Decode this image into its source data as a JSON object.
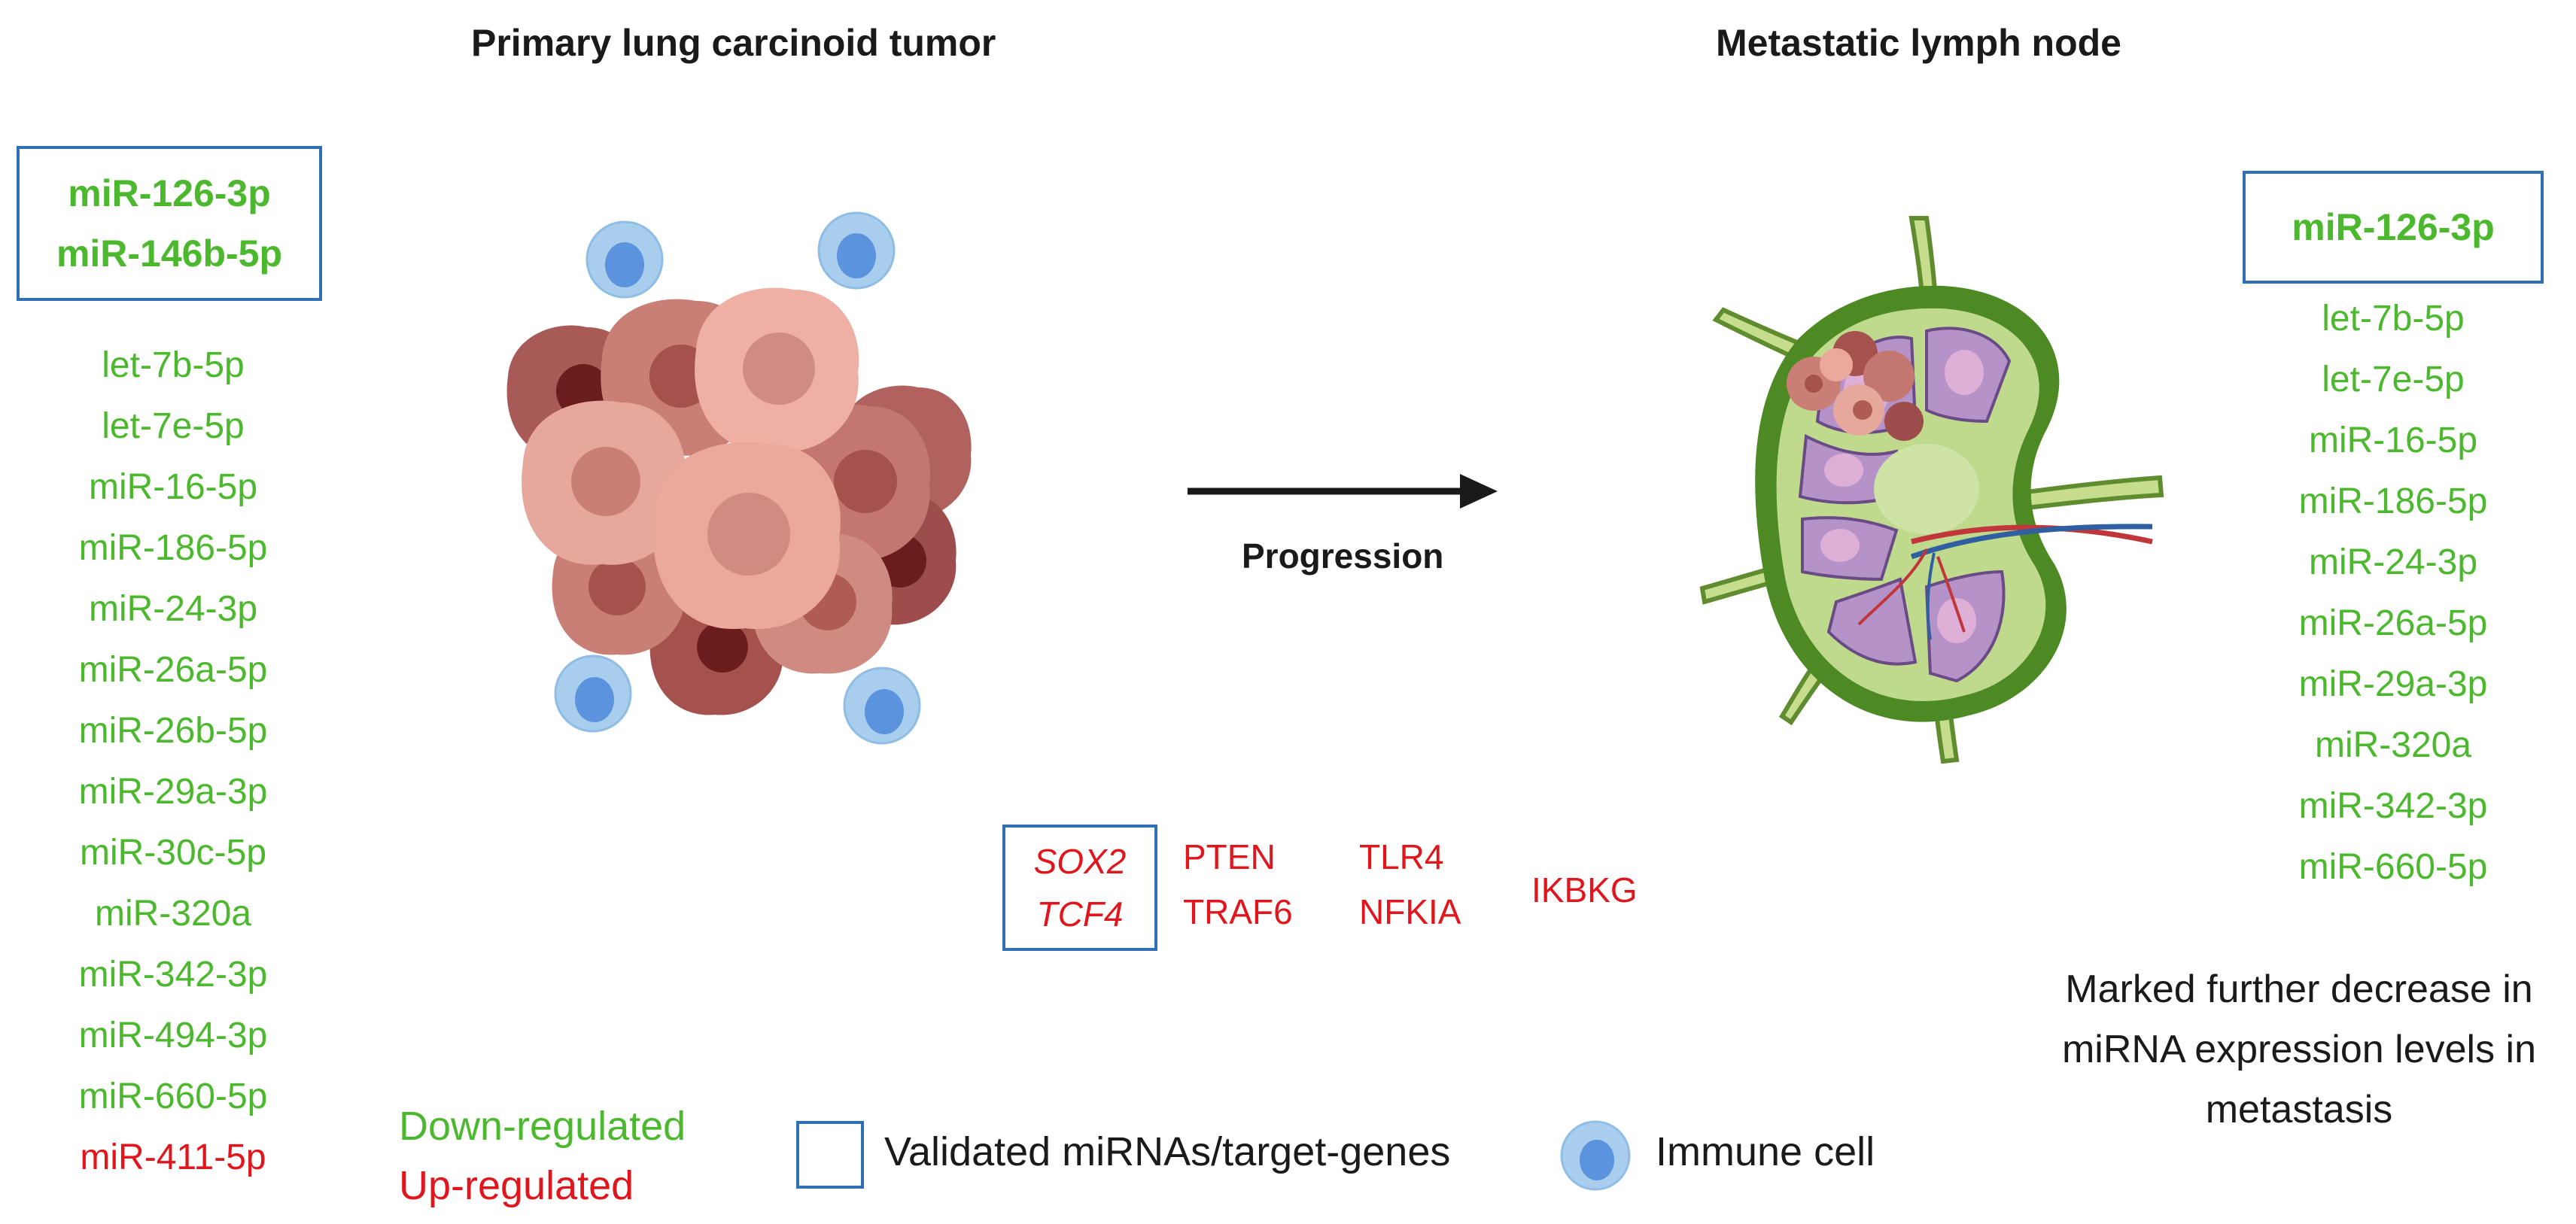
{
  "titles": {
    "primary": "Primary lung carcinoid tumor",
    "metastatic": "Metastatic lymph node"
  },
  "primary": {
    "validated": [
      "miR-126-3p",
      "miR-146b-5p"
    ],
    "down": [
      "let-7b-5p",
      "let-7e-5p",
      "miR-16-5p",
      "miR-186-5p",
      "miR-24-3p",
      "miR-26a-5p",
      "miR-26b-5p",
      "miR-29a-3p",
      "miR-30c-5p",
      "miR-320a",
      "miR-342-3p",
      "miR-494-3p",
      "miR-660-5p"
    ],
    "up": [
      "miR-411-5p"
    ]
  },
  "metastasis": {
    "validated": [
      "miR-126-3p"
    ],
    "down": [
      "let-7b-5p",
      "let-7e-5p",
      "miR-16-5p",
      "miR-186-5p",
      "miR-24-3p",
      "miR-26a-5p",
      "miR-29a-3p",
      "miR-320a",
      "miR-342-3p",
      "miR-660-5p"
    ],
    "note": [
      "Marked further decrease in",
      "miRNA expression levels in",
      "metastasis"
    ]
  },
  "arrow_label": "Progression",
  "genes": {
    "validated": [
      "SOX2",
      "TCF4"
    ],
    "col1": [
      "PTEN",
      "TRAF6"
    ],
    "col2": [
      "TLR4",
      "NFKIA"
    ],
    "col3": "IKBKG"
  },
  "legend": {
    "down": "Down-regulated",
    "up": "Up-regulated",
    "validated": "Validated miRNAs/target-genes",
    "immune": "Immune cell"
  },
  "colors": {
    "down": "#4cb82e",
    "up": "#e0161c",
    "box": "#2f6fb3",
    "immune_outer": "#a9cdec",
    "immune_inner": "#5b93de"
  }
}
